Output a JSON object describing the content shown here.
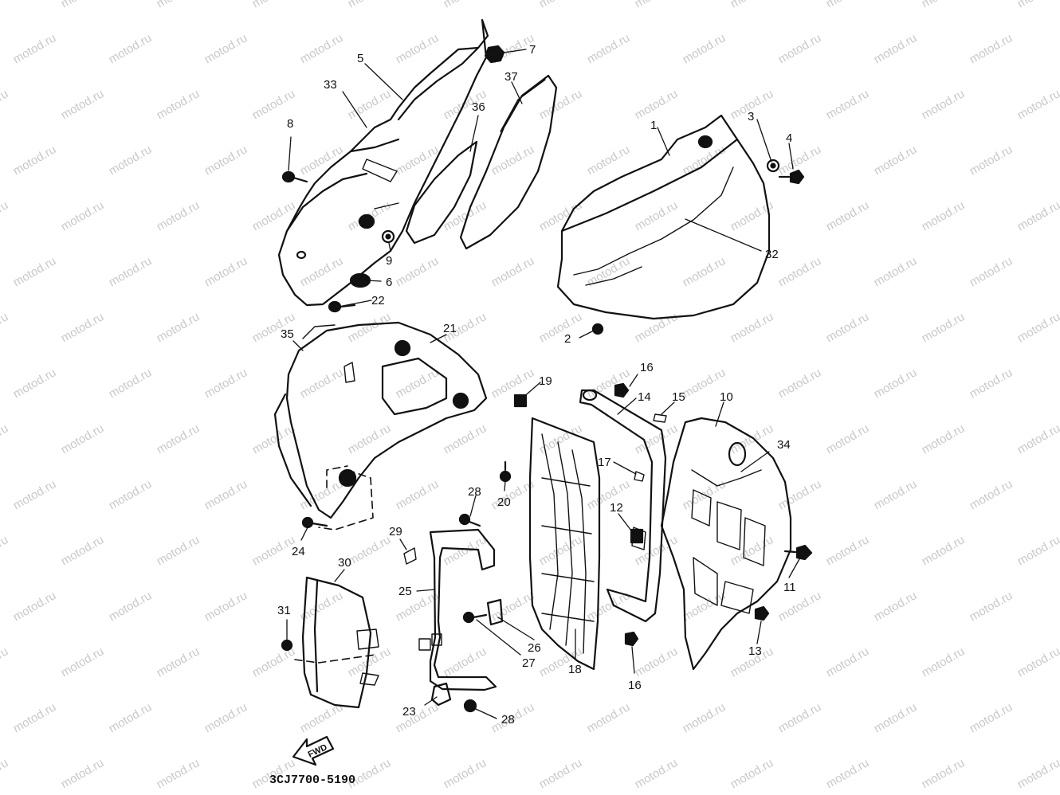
{
  "watermark": "motod.ru",
  "drawing_code": "3CJ7700-5190",
  "fwd_label": "FWD",
  "callouts": [
    "1",
    "2",
    "3",
    "4",
    "5",
    "6",
    "7",
    "8",
    "9",
    "10",
    "11",
    "12",
    "13",
    "14",
    "15",
    "16",
    "16",
    "17",
    "18",
    "19",
    "20",
    "21",
    "22",
    "23",
    "24",
    "25",
    "26",
    "27",
    "28",
    "28",
    "29",
    "30",
    "31",
    "32",
    "33",
    "34",
    "35",
    "36",
    "37"
  ]
}
